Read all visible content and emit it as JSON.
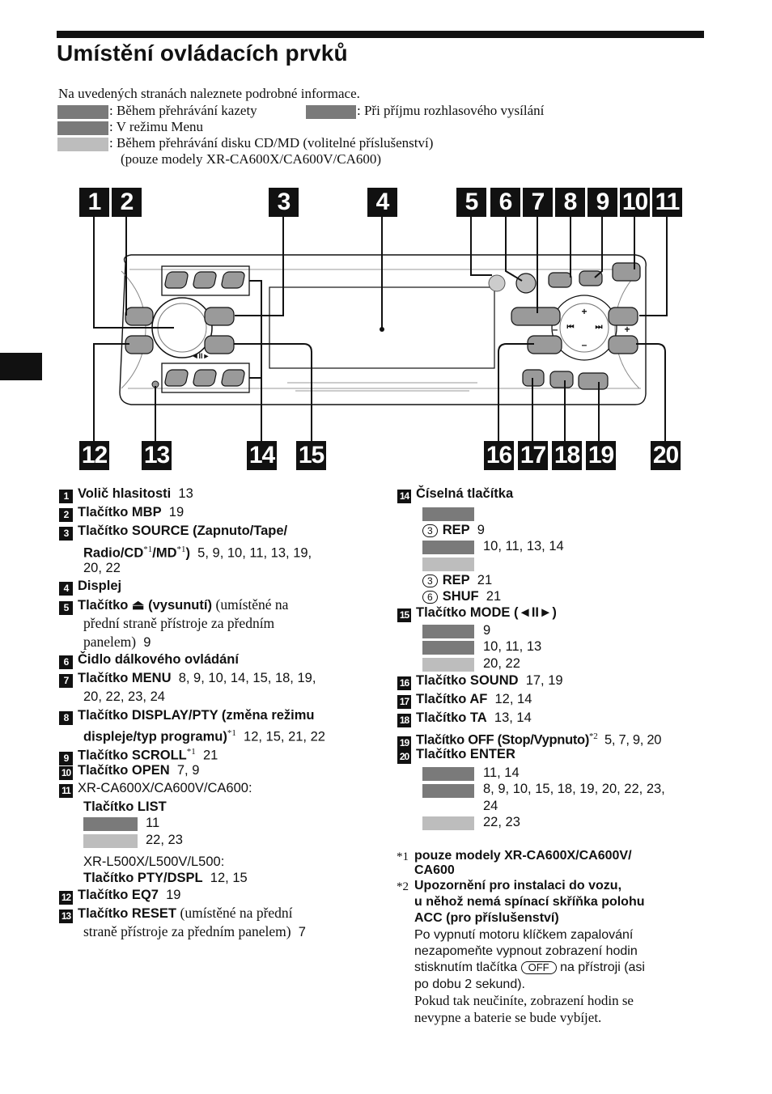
{
  "page": {
    "title": "Umístění ovládacích prvků",
    "intro": "Na uvedených stranách naleznete podrobné informace.",
    "legend": {
      "tape": ": Během přehrávání kazety",
      "radio": ": Při příjmu rozhlasového vysílání",
      "menu": ": V režimu Menu",
      "cd": ": Během přehrávání disku CD/MD (volitelné příslušenství)",
      "cd_note": "(pouze modely XR-CA600X/CA600V/CA600)"
    }
  },
  "diagram": {
    "callouts_top": [
      "1",
      "2",
      "3",
      "4",
      "5",
      "6",
      "7",
      "8",
      "9",
      "10",
      "11"
    ],
    "callouts_bottom": [
      "12",
      "13",
      "14",
      "15",
      "16",
      "17",
      "18",
      "19",
      "20"
    ],
    "labels": {
      "seek_minus": "–",
      "seek_plus": "+",
      "prev": "⏮",
      "next": "⏭",
      "mode": "◄II►"
    }
  },
  "left_list": [
    {
      "n": "1",
      "name": "Volič hlasitosti",
      "pages": "13"
    },
    {
      "n": "2",
      "name": "Tlačítko MBP",
      "pages": "19"
    },
    {
      "n": "3",
      "name": "Tlačítko SOURCE (Zapnuto/Tape/",
      "name2": "Radio/CD",
      "name3": "/MD",
      "name4": ")",
      "sup": "*1",
      "pages": "5, 9, 10, 11, 13, 19,",
      "pages2": "20, 22"
    },
    {
      "n": "4",
      "name": "Displej"
    },
    {
      "n": "5",
      "name": "Tlačítko ⏏ (vysunutí)",
      "note": "(umístěné na",
      "note2": "přední straně přístroje za předním",
      "note3": "panelem)",
      "pages": "9"
    },
    {
      "n": "6",
      "name": "Čidlo dálkového ovládání"
    },
    {
      "n": "7",
      "name": "Tlačítko MENU",
      "pages": "8, 9, 10, 14, 15, 18, 19,",
      "pages2": "20, 22, 23, 24"
    },
    {
      "n": "8",
      "name": "Tlačítko DISPLAY/PTY (změna režimu",
      "name2": "displeje/typ programu)",
      "sup": "*1",
      "pages": "12, 15, 21, 22"
    },
    {
      "n": "9",
      "name": "Tlačítko SCROLL",
      "sup": "*1",
      "pages": "21"
    },
    {
      "n": "10",
      "name": "Tlačítko OPEN",
      "pages": "7, 9"
    },
    {
      "n": "11",
      "model": "XR-CA600X/CA600V/CA600:",
      "name": "Tlačítko LIST",
      "p_dark": "11",
      "p_light": "22, 23",
      "model2": "XR-L500X/L500V/L500:",
      "name2": "Tlačítko PTY/DSPL",
      "pages": "12, 15"
    },
    {
      "n": "12",
      "name": "Tlačítko EQ7",
      "pages": "19"
    },
    {
      "n": "13",
      "name": "Tlačítko RESET",
      "note": "(umístěné na přední",
      "note2": "straně přístroje za předním panelem)",
      "pages": "7"
    }
  ],
  "right_list": {
    "i14": {
      "n": "14",
      "name": "Číselná tlačítka",
      "k3": "3",
      "rep": "REP",
      "rep_p": "9",
      "menu_p": "10, 11, 13, 14",
      "k3b": "3",
      "rep2": "REP",
      "rep2_p": "21",
      "k6": "6",
      "shuf": "SHUF",
      "shuf_p": "21"
    },
    "i15": {
      "n": "15",
      "name": "Tlačítko MODE (◄II►)",
      "p1": "9",
      "p2": "10, 11, 13",
      "p3": "20, 22"
    },
    "i16": {
      "n": "16",
      "name": "Tlačítko SOUND",
      "pages": "17, 19"
    },
    "i17": {
      "n": "17",
      "name": "Tlačítko AF",
      "pages": "12, 14"
    },
    "i18": {
      "n": "18",
      "name": "Tlačítko TA",
      "pages": "13, 14"
    },
    "i19": {
      "n": "19",
      "name": "Tlačítko OFF (Stop/Vypnuto)",
      "sup": "*2",
      "pages": "5, 7, 9, 20"
    },
    "i20": {
      "n": "20",
      "name": "Tlačítko ENTER",
      "p1": "11, 14",
      "p2": "8, 9, 10, 15, 18, 19, 20, 22, 23,",
      "p2b": "24",
      "p3": "22, 23"
    }
  },
  "footnotes": {
    "f1_mark": "*1",
    "f1": "pouze modely XR-CA600X/CA600V/",
    "f1b": "CA600",
    "f2_mark": "*2",
    "f2": "Upozornění pro instalaci do vozu,",
    "f2b": "u něhož nemá spínací skříňka polohu",
    "f2c": "ACC (pro příslušenství)",
    "f2d": "Po vypnutí motoru klíčkem zapalování",
    "f2e": "nezapomeňte vypnout zobrazení hodin",
    "f2f": "stisknutím tlačítka",
    "f2_btn": "OFF",
    "f2g": "na přístroji (asi",
    "f2h": "po dobu 2 sekund).",
    "f2i": "Pokud tak neučiníte, zobrazení hodin se",
    "f2j": "nevypne a baterie se bude vybíjet."
  }
}
